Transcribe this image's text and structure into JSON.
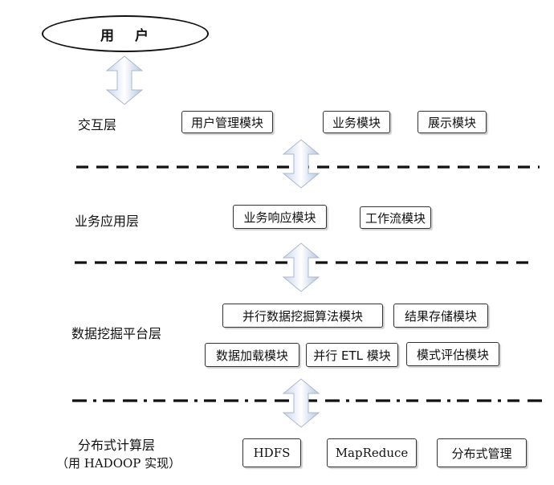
{
  "user": {
    "label": "用 户"
  },
  "layers": [
    {
      "id": "interaction",
      "label": "交互层",
      "modules": [
        "用户管理模块",
        "业务模块",
        "展示模块"
      ]
    },
    {
      "id": "business",
      "label": "业务应用层",
      "modules": [
        "业务响应模块",
        "工作流模块"
      ]
    },
    {
      "id": "mining",
      "label": "数据挖掘平台层",
      "modules": [
        "并行数据挖掘算法模块",
        "结果存储模块",
        "数据加载模块",
        "并行 ETL 模块",
        "模式评估模块"
      ]
    },
    {
      "id": "distributed",
      "label": "分布式计算层",
      "sublabel": "（用 HADOOP 实现）",
      "modules": [
        "HDFS",
        "MapReduce",
        "分布式管理"
      ]
    }
  ]
}
